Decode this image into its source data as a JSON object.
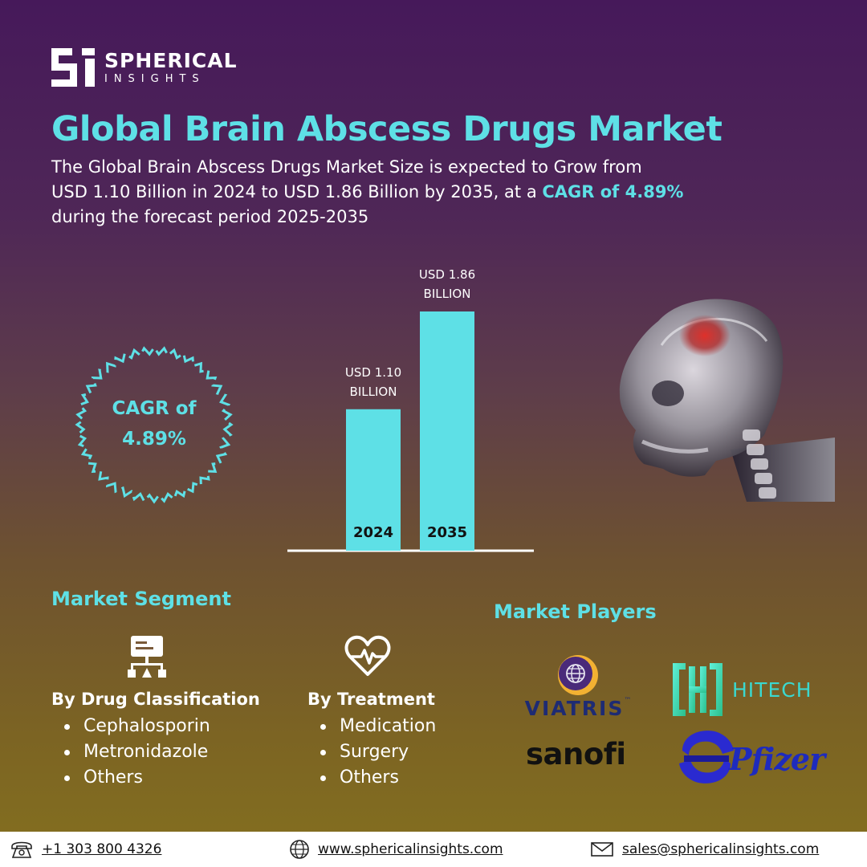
{
  "brand": {
    "name": "SPHERICAL",
    "sub": "INSIGHTS"
  },
  "title": "Global Brain Abscess Drugs Market",
  "subtitle": {
    "line1": "The Global Brain Abscess Drugs Market Size is expected to Grow from",
    "line2": "USD 1.10 Billion in 2024 to USD 1.86 Billion by 2035, at a ",
    "highlight": "CAGR of 4.89%",
    "line3": "during the forecast period 2025-2035"
  },
  "cagr_badge": {
    "line1": "CAGR of",
    "line2": "4.89%"
  },
  "chart_data": {
    "type": "bar",
    "categories": [
      "2024",
      "2035"
    ],
    "values": [
      1.1,
      1.86
    ],
    "value_labels": [
      [
        "USD 1.10",
        "BILLION"
      ],
      [
        "USD 1.86",
        "BILLION"
      ]
    ],
    "ylim": [
      0,
      1.86
    ],
    "bar_color": "#5ee0e6",
    "title": "",
    "xlabel": "",
    "ylabel": ""
  },
  "segments": {
    "heading": "Market Segment",
    "drug_classification": {
      "title": "By Drug Classification",
      "icon": "flowchart-icon",
      "items": [
        "Cephalosporin",
        "Metronidazole",
        "Others"
      ]
    },
    "treatment": {
      "title": "By Treatment",
      "icon": "heart-pulse-icon",
      "items": [
        "Medication",
        "Surgery",
        "Others"
      ]
    }
  },
  "players": {
    "heading": "Market Players",
    "items": [
      {
        "name": "VIATRIS",
        "tm": "™",
        "icon": "globe-logo"
      },
      {
        "name": "HITECH",
        "icon": "h-bracket-logo"
      },
      {
        "name": "sanofi"
      },
      {
        "name": "Pfizer",
        "icon": "pfizer-swirl-logo"
      }
    ]
  },
  "footer": {
    "phone": "+1 303 800 4326",
    "website": "www.sphericalinsights.com",
    "email": "sales@sphericalinsights.com"
  },
  "colors": {
    "accent": "#5ee0e6",
    "bg_top": "#46195a",
    "bg_bottom": "#84701f"
  }
}
